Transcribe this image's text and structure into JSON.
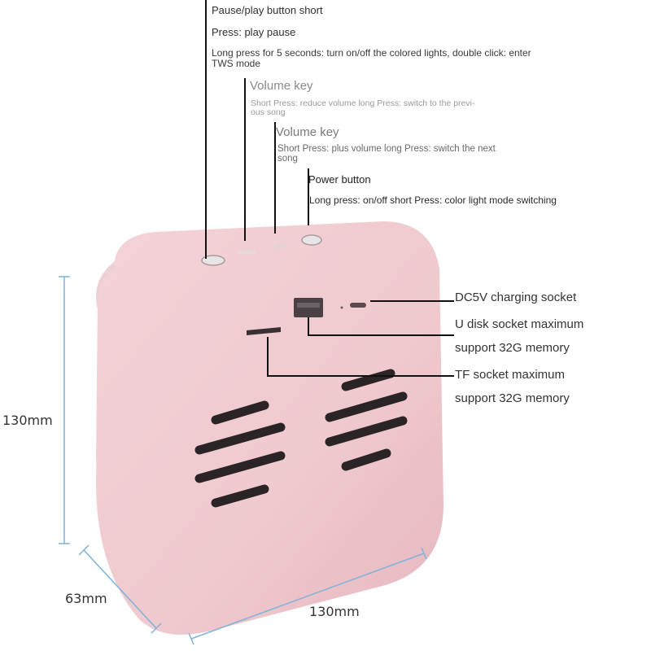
{
  "product": "Pink portable Bluetooth speaker",
  "buttons_callouts": [
    {
      "title": "Pause/play button short",
      "lines": [
        "Press: play pause",
        "Long press for 5 seconds: turn on/off the colored lights, double click: enter",
        "TWS mode"
      ]
    },
    {
      "title": "Volume key",
      "lines": [
        "Short Press: reduce volume long Press: switch to the previ-",
        "ous song"
      ]
    },
    {
      "title": "Volume key",
      "lines": [
        "Short Press: plus volume long Press: switch the next",
        "song"
      ]
    },
    {
      "title": "Power button",
      "lines": [
        "Long press: on/off short Press: color light mode switching"
      ]
    }
  ],
  "port_callouts": [
    {
      "lines": [
        "DC5V charging socket"
      ]
    },
    {
      "lines": [
        "U disk socket maximum",
        "support 32G memory"
      ]
    },
    {
      "lines": [
        "TF socket maximum",
        "support 32G memory"
      ]
    }
  ],
  "dimensions": {
    "height": "130mm",
    "depth": "63mm",
    "width": "130mm"
  },
  "colors": {
    "body": "#f0cdd2",
    "body_shade": "#e3b6bd",
    "dimension_line": "#7fb3d9",
    "grille": "#2a2426"
  }
}
